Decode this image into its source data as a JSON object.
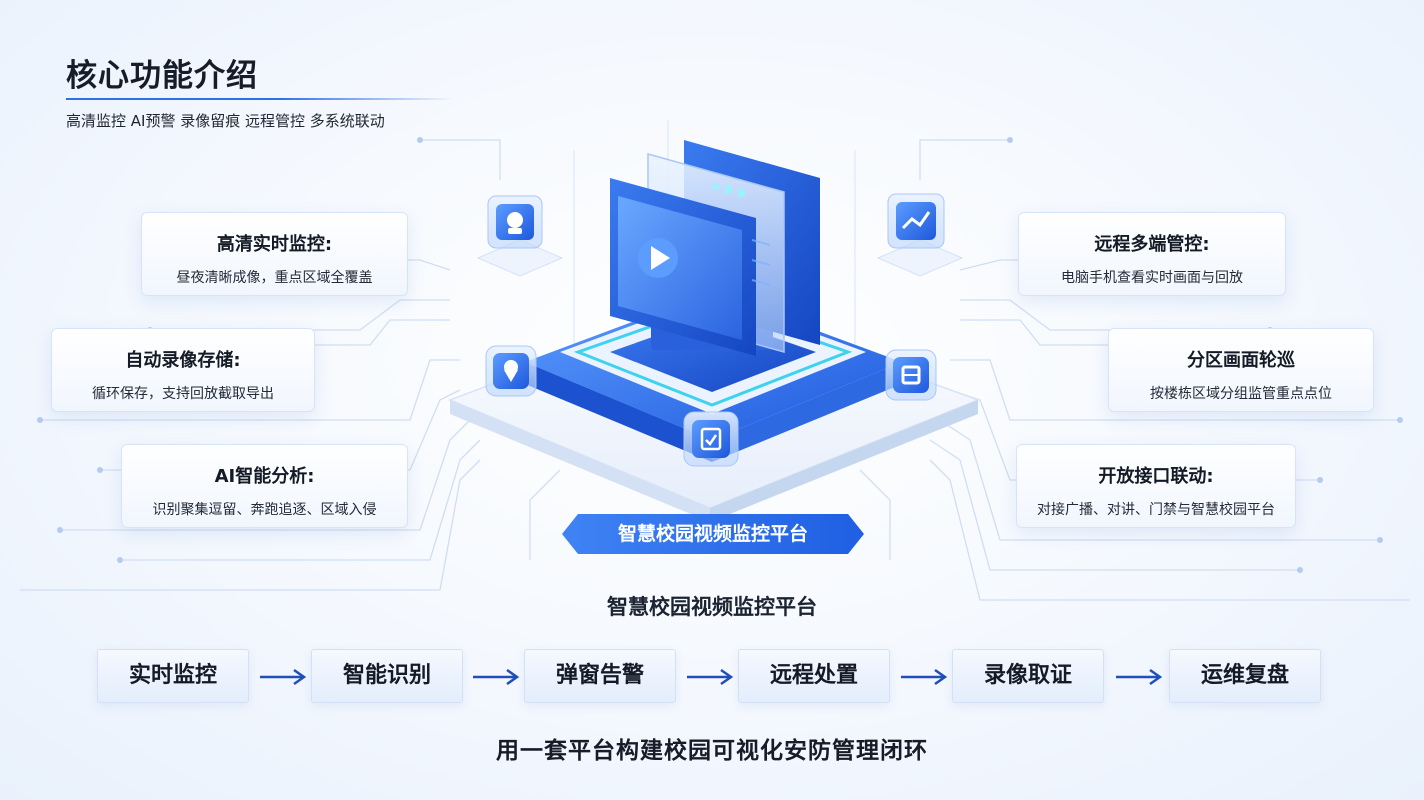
{
  "header": {
    "title": "核心功能介绍",
    "subtitle": "高清监控 AI预警 录像留痕 远程管控 多系统联动"
  },
  "features_left": [
    {
      "title": "高清实时监控:",
      "desc": "昼夜清晰成像，重点区域全覆盖"
    },
    {
      "title": "自动录像存储:",
      "desc": "循环保存，支持回放截取导出"
    },
    {
      "title": "AI智能分析:",
      "desc": "识别聚集逗留、奔跑追逐、区域入侵"
    }
  ],
  "features_right": [
    {
      "title": "远程多端管控:",
      "desc": "电脑手机查看实时画面与回放"
    },
    {
      "title": "分区画面轮巡",
      "desc": "按楼栋区域分组监管重点点位"
    },
    {
      "title": "开放接口联动:",
      "desc": "对接广播、对讲、门禁与智慧校园平台"
    }
  ],
  "platform": {
    "banner": "智慧校园视频监控平台",
    "caption": "智慧校园视频监控平台"
  },
  "flow": {
    "steps": [
      "实时监控",
      "智能识别",
      "弹窗告警",
      "远程处置",
      "录像取证",
      "运维复盘"
    ]
  },
  "footer": "用一套平台构建校园可视化安防管理闭环",
  "icons": [
    "robot-icon",
    "monitor-trend-icon",
    "play-icon",
    "location-pin-icon",
    "box-icon",
    "checklist-icon"
  ],
  "colors": {
    "accent": "#2f6fe8",
    "banner": "#2a6cf0",
    "background": "#f4f8fe",
    "text": "#161c28"
  }
}
